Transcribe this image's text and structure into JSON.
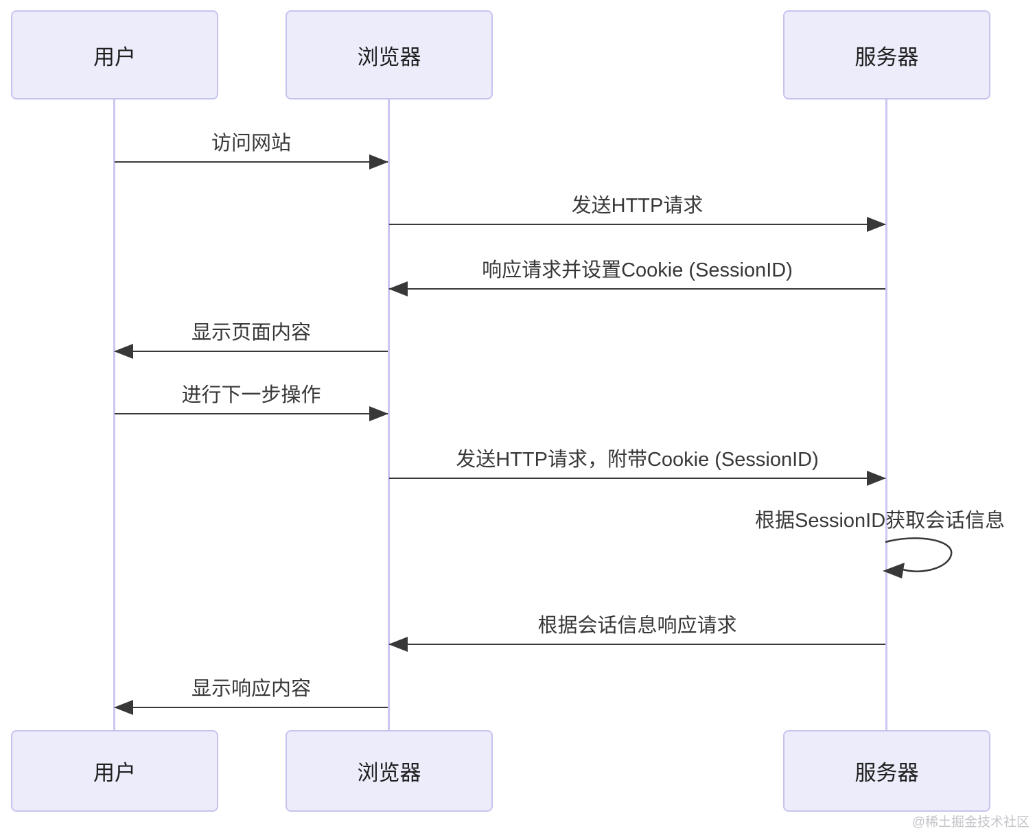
{
  "diagram": {
    "type": "sequence",
    "actors": [
      {
        "id": "user",
        "label": "用户"
      },
      {
        "id": "browser",
        "label": "浏览器"
      },
      {
        "id": "server",
        "label": "服务器"
      }
    ],
    "messages": [
      {
        "from": "user",
        "to": "browser",
        "label": "访问网站"
      },
      {
        "from": "browser",
        "to": "server",
        "label": "发送HTTP请求"
      },
      {
        "from": "server",
        "to": "browser",
        "label": "响应请求并设置Cookie (SessionID)"
      },
      {
        "from": "browser",
        "to": "user",
        "label": "显示页面内容"
      },
      {
        "from": "user",
        "to": "browser",
        "label": "进行下一步操作"
      },
      {
        "from": "browser",
        "to": "server",
        "label": "发送HTTP请求，附带Cookie (SessionID)"
      },
      {
        "from": "server",
        "to": "server",
        "label": "根据SessionID获取会话信息",
        "self": true
      },
      {
        "from": "server",
        "to": "browser",
        "label": "根据会话信息响应请求"
      },
      {
        "from": "browser",
        "to": "user",
        "label": "显示响应内容"
      }
    ]
  },
  "watermark": "@稀土掘金技术社区",
  "colors": {
    "actor_fill": "#ececfb",
    "actor_border": "#c7c3f0",
    "lifeline": "#cbc7f1",
    "arrow": "#383838",
    "watermark_text": "#c4c4ca"
  }
}
